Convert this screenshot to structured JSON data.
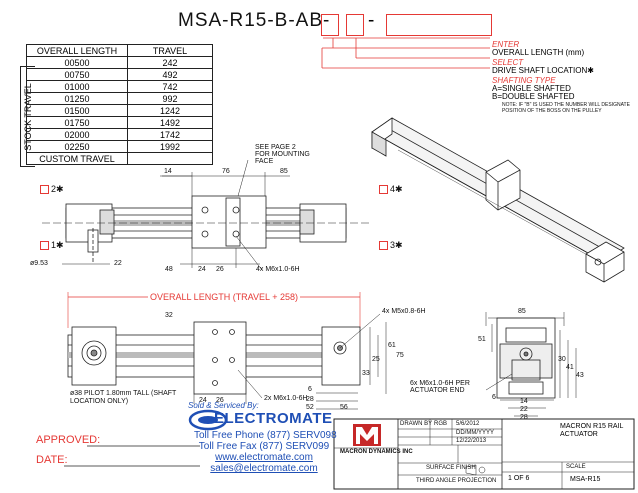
{
  "part_number": {
    "prefix": "MSA-R15-B-AB-",
    "dash": "-"
  },
  "options": {
    "enter_label": "ENTER",
    "enter_desc": "OVERALL LENGTH (mm)",
    "select_label": "SELECT",
    "select_desc": "DRIVE SHAFT LOCATION✱",
    "shafting_label": "SHAFTING TYPE",
    "shafting_a": "A=SINGLE SHAFTED",
    "shafting_b": "B=DOUBLE SHAFTED",
    "note": "NOTE: IF \"B\" IS USED THE NUMBER WILL DESIGNATE POSITION OF THE BOSS ON THE PULLEY"
  },
  "stock_table": {
    "side_label": "STOCK TRAVEL",
    "headers": [
      "OVERALL LENGTH",
      "TRAVEL"
    ],
    "rows": [
      [
        "00500",
        "242"
      ],
      [
        "00750",
        "492"
      ],
      [
        "01000",
        "742"
      ],
      [
        "01250",
        "992"
      ],
      [
        "01500",
        "1242"
      ],
      [
        "01750",
        "1492"
      ],
      [
        "02000",
        "1742"
      ],
      [
        "02250",
        "1992"
      ]
    ],
    "custom": "CUSTOM TRAVEL"
  },
  "positions": [
    "2✱",
    "1✱",
    "4✱",
    "3✱"
  ],
  "top_view": {
    "see_page": "SEE PAGE 2 FOR MOUNTING FACE",
    "dim_14": "14",
    "dim_76": "76",
    "dim_85": "85",
    "dim_48": "48",
    "dim_24": "24",
    "dim_26": "26",
    "thread": "4x M6x1.0-6H",
    "shaft_dia": "ø9.53",
    "dim_22": "22"
  },
  "side_view": {
    "overall": "OVERALL LENGTH (TRAVEL + 258)",
    "dim_32": "32",
    "pilot": "ø38 PILOT 1.80mm TALL (SHAFT LOCATION ONLY)",
    "dim_24": "24",
    "dim_26": "26",
    "thread": "2x M6x1.0-6H",
    "thread2": "4x M5x0.8-6H",
    "dim_6": "6",
    "dim_28": "28",
    "dim_52": "52",
    "dim_56": "56",
    "dim_61": "61",
    "dim_75": "75",
    "dim_33": "33",
    "dim_25": "25"
  },
  "end_view": {
    "dim_85": "85",
    "dim_51": "51",
    "thread": "6x M6x1.0-6H PER ACTUATOR END",
    "dim_6": "6",
    "dim_14": "14",
    "dim_22": "22",
    "dim_28": "28",
    "dim_41": "41",
    "dim_30": "30",
    "dim_43": "43"
  },
  "approval": {
    "approved": "APPROVED:",
    "date": "DATE:"
  },
  "contact": {
    "sold_by": "Sold & Serviced By:",
    "company": "ELECTROMATE",
    "phone": "Toll Free Phone (877) SERV098",
    "fax": "Toll Free Fax (877) SERV099",
    "web": "www.electromate.com",
    "email": "sales@electromate.com"
  },
  "title_block": {
    "company": "MACRON DYNAMICS INC",
    "title": "MACRON R15 RAIL ACTUATOR",
    "drawn_by_label": "DRAWN BY",
    "drawn_by": "RGB",
    "drawn_date": "5/6/2012",
    "date_fmt": "DD/MM/YYYY",
    "rev_date": "12/22/2013",
    "surface": "SURFACE FINISH",
    "projection": "THIRD ANGLE PROJECTION",
    "sheet": "1 OF 6",
    "scale_label": "SCALE",
    "dwg_no": "MSA-R15"
  },
  "colors": {
    "accent_red": "#e53935",
    "contact_blue": "#1f4fb5",
    "logo_red": "#c62828"
  }
}
